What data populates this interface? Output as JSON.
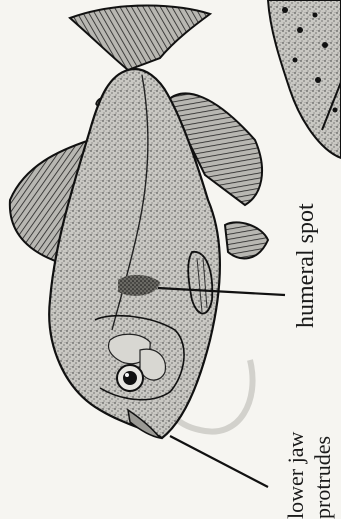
{
  "labels": {
    "humeral_spot": "humeral spot",
    "lower_jaw_line1": "lower jaw",
    "lower_jaw_line2": "protrudes"
  }
}
